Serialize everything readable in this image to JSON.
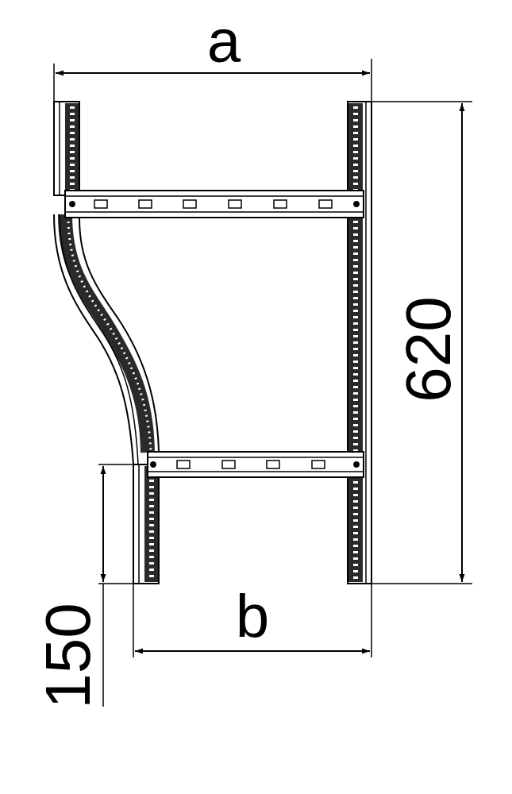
{
  "drawing": {
    "dimensions": {
      "a": "a",
      "b": "b",
      "height": "620",
      "offset": "150"
    },
    "colors": {
      "line": "#000000",
      "background": "#ffffff"
    }
  }
}
